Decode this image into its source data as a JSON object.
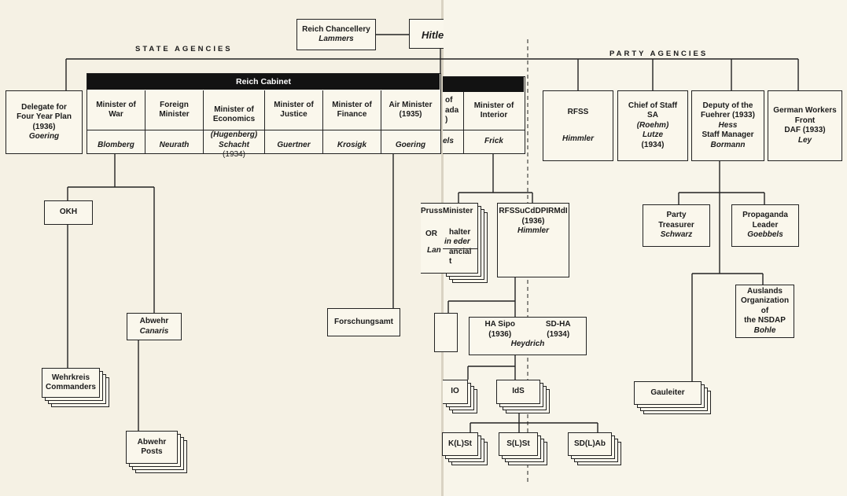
{
  "headers": {
    "state": "STATE AGENCIES",
    "party": "PARTY AGENCIES"
  },
  "top": {
    "hitler": "Hitle",
    "chancellery": [
      "Reich Chancellery",
      "Lammers"
    ]
  },
  "delegate": [
    "Delegate for",
    "Four Year Plan",
    "(1936)",
    "Goering"
  ],
  "cabinet": {
    "title": "Reich Cabinet",
    "ministers": [
      {
        "top": [
          "Minister of",
          "War"
        ],
        "bot": [
          "Blomberg"
        ]
      },
      {
        "top": [
          "Foreign",
          "Minister"
        ],
        "bot": [
          "Neurath"
        ]
      },
      {
        "top": [
          "Minister of",
          "Economics"
        ],
        "bot": [
          "(Hugenberg)",
          "Schacht",
          "(1934)"
        ]
      },
      {
        "top": [
          "Minister of",
          "Justice"
        ],
        "bot": [
          "Guertner"
        ]
      },
      {
        "top": [
          "Minister of",
          "Finance"
        ],
        "bot": [
          "Krosigk"
        ]
      },
      {
        "top": [
          "Air Minister",
          "(1935)"
        ],
        "bot": [
          "Goering"
        ]
      }
    ],
    "right_ministers": [
      {
        "top": [
          "of",
          "ada",
          ")"
        ],
        "bot": [
          "els"
        ]
      },
      {
        "top": [
          "Minister of",
          "Interior"
        ],
        "bot": [
          "Frick"
        ]
      }
    ]
  },
  "party": [
    {
      "top": [
        "RFSS"
      ],
      "bot": [
        "Himmler"
      ]
    },
    {
      "top": [
        "Chief of Staff",
        "SA"
      ],
      "bot": [
        "(Roehm)",
        "Lutze"
      ],
      "year": "(1934)"
    },
    {
      "top": [
        "Deputy of the",
        "Fuehrer (1933)"
      ],
      "bot": [
        "Hess",
        "Staff Manager",
        "Bormann"
      ]
    },
    {
      "top": [
        "German Workers",
        "Front",
        "DAF (1933)"
      ],
      "bot": [
        "Ley"
      ]
    }
  ],
  "left_tree": {
    "okh": "OKH",
    "abwehr": [
      "Abwehr",
      "Canaris"
    ],
    "wehrkreis": [
      "Wehrkreis",
      "Commanders"
    ],
    "abwehr_posts": [
      "Abwehr",
      "Posts"
    ],
    "forschungsamt": "Forschungsamt"
  },
  "interior_tree": {
    "prussia": [
      "Prussi",
      "OR",
      "Lan"
    ],
    "minister_stack": [
      "Minister",
      "halter",
      "in",
      "eder",
      "ancial",
      "t"
    ],
    "rfss_dpi": [
      "RFSSuCdDPIRMdI",
      "(1936)",
      "Himmler"
    ],
    "ha_sipo": [
      "HA Sipo",
      "(1936)"
    ],
    "sd_ha": [
      "SD-HA",
      "(1934)"
    ],
    "heydrich": "Heydrich",
    "ido": "IO",
    "ids": "IdS",
    "kst": "K(L)St",
    "sst": "S(L)St",
    "sdab": "SD(L)Ab"
  },
  "deputy_tree": {
    "treasurer": [
      "Party",
      "Treasurer",
      "Schwarz"
    ],
    "propaganda": [
      "Propaganda",
      "Leader",
      "Goebbels"
    ],
    "auslands": [
      "Auslands",
      "Organization of",
      "the NSDAP",
      "Bohle"
    ],
    "gauleiter": "Gauleiter"
  }
}
